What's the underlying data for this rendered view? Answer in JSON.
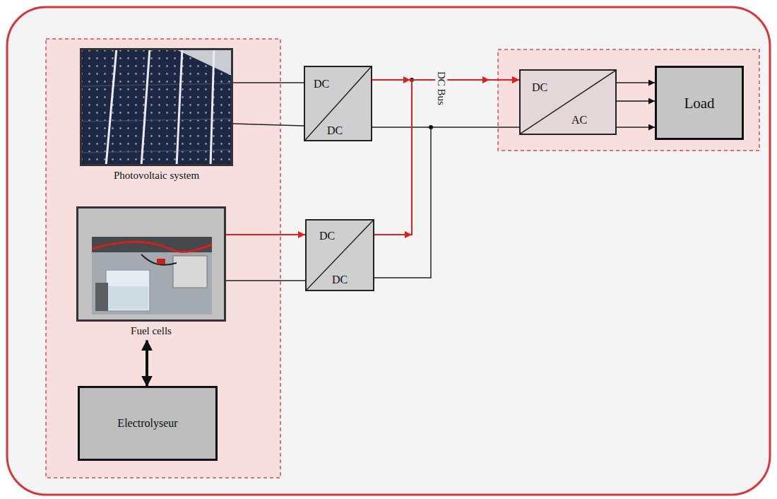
{
  "diagram": {
    "nodes": [
      {
        "text": [
          "Photovoltaic system"
        ]
      },
      {
        "text": [
          "DC",
          "DC"
        ]
      },
      {
        "text": [
          "DC",
          "AC"
        ]
      },
      {
        "text": [
          "Load"
        ]
      },
      {
        "text": [
          "Fuel cells"
        ]
      },
      {
        "text": [
          "DC",
          "DC"
        ]
      },
      {
        "text": [
          "Electrolyseur"
        ]
      }
    ],
    "edges": [
      {
        "from": 0,
        "to": 1,
        "arrow": "none"
      },
      {
        "from": 1,
        "to": 2,
        "arrow": "to"
      },
      {
        "from": 2,
        "to": 3,
        "arrow": "to"
      },
      {
        "from": 4,
        "to": 5,
        "arrow": "to"
      },
      {
        "from": 5,
        "to": 2,
        "arrow": "to"
      },
      {
        "from": 4,
        "to": 6,
        "arrow": "both"
      }
    ],
    "labels": [
      "DC Bus"
    ]
  }
}
